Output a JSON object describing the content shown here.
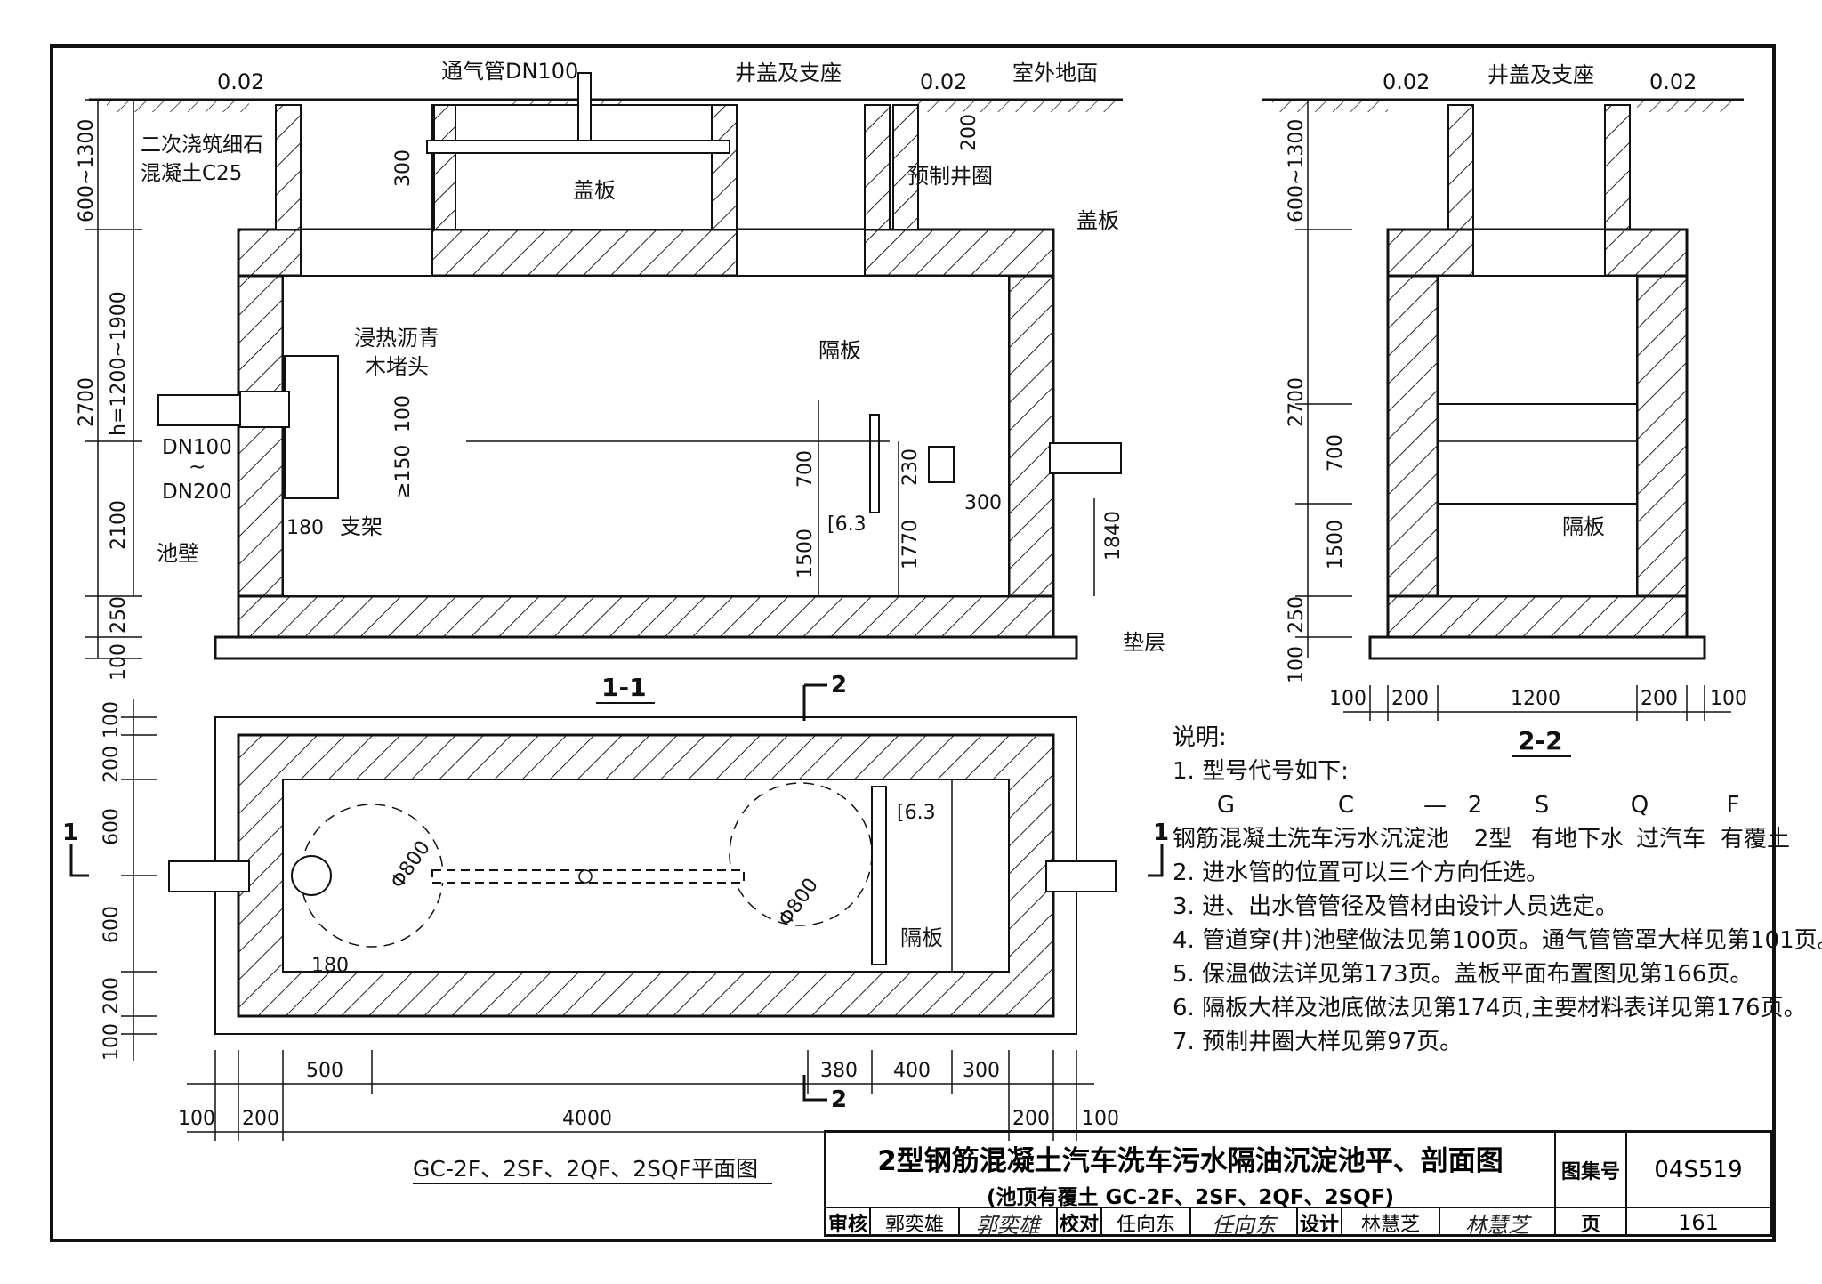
{
  "section_1_1": {
    "labels": {
      "vent_pipe": "通气管DN100",
      "cover_seat_1": "井盖及支座",
      "outdoor_ground": "室外地面",
      "secondary_concrete_1": "二次浇筑细石",
      "secondary_concrete_2": "混凝土C25",
      "cover_plate_1": "盖板",
      "precast_ring": "预制井圈",
      "cover_plate_2": "盖板",
      "asphalt_1": "浸热沥青",
      "asphalt_2": "木堵头",
      "partition": "隔板",
      "pipe_dn_1": "DN100",
      "pipe_dn_tilde": "~",
      "pipe_dn_2": "DN200",
      "pool_wall": "池壁",
      "bracket": "支架",
      "channel": "[6.3",
      "cushion": "垫层",
      "section_name": "1-1"
    },
    "dims": {
      "top_left": "0.02",
      "top_mid": "0.02",
      "cover_depth": "600~1300",
      "h_range": "h=1200~1900",
      "d2700": "2700",
      "d2100": "2100",
      "d250": "250",
      "d100": "100",
      "d300": "300",
      "d200": "200",
      "d100b": "100",
      "d150": "≥150",
      "d180": "180",
      "d700": "700",
      "d1500": "1500",
      "d230": "230",
      "d1770": "1770",
      "d300b": "300",
      "d1840": "1840"
    }
  },
  "section_2_2": {
    "labels": {
      "cover_seat": "井盖及支座",
      "partition": "隔板",
      "section_name": "2-2"
    },
    "dims": {
      "top_left": "0.02",
      "top_right": "0.02",
      "cover_depth": "600~1300",
      "d2700": "2700",
      "d700": "700",
      "d1500": "1500",
      "d250": "250",
      "d100": "100",
      "w100a": "100",
      "w200a": "200",
      "w1200": "1200",
      "w200b": "200",
      "w100b": "100"
    }
  },
  "plan": {
    "labels": {
      "section_mark_1": "1",
      "section_mark_2": "2",
      "dia_1": "Φ800",
      "dia_2": "Φ800",
      "channel": "[6.3",
      "partition": "隔板",
      "plan_name": "GC-2F、2SF、2QF、2SQF平面图"
    },
    "dims": {
      "v100a": "100",
      "v200a": "200",
      "v600a": "600",
      "v600b": "600",
      "v200b": "200",
      "v100b": "100",
      "h500": "500",
      "h180": "180",
      "h380": "380",
      "h400": "400",
      "h300": "300",
      "h100a": "100",
      "h200a": "200",
      "h4000": "4000",
      "h200b": "200",
      "h100b": "100"
    }
  },
  "notes": {
    "heading": "说明:",
    "line1": "1. 型号代号如下:",
    "codes": [
      "G",
      "C",
      "—",
      "2",
      "S",
      "Q",
      "F"
    ],
    "code_meanings": [
      "钢筋混凝土",
      "洗车污水沉淀池",
      "2型",
      "有地下水",
      "过汽车",
      "有覆土"
    ],
    "line2": "2. 进水管的位置可以三个方向任选。",
    "line3": "3. 进、出水管管径及管材由设计人员选定。",
    "line4": "4. 管道穿(井)池壁做法见第100页。通气管管罩大样见第101页。",
    "line5": "5. 保温做法详见第173页。盖板平面布置图见第166页。",
    "line6": "6. 隔板大样及池底做法见第174页,主要材料表详见第176页。",
    "line7": "7. 预制井圈大样见第97页。"
  },
  "title_block": {
    "title": "2型钢筋混凝土汽车洗车污水隔油沉淀池平、剖面图",
    "subtitle": "(池顶有覆土 GC-2F、2SF、2QF、2SQF)",
    "atlas_label": "图集号",
    "atlas_no": "04S519",
    "review_label": "审核",
    "reviewer": "郭奕雄",
    "reviewer_sign": "郭奕雄",
    "check_label": "校对",
    "checker": "任向东",
    "checker_sign": "任向东",
    "design_label": "设计",
    "designer": "林慧芝",
    "designer_sign": "林慧芝",
    "page_label": "页",
    "page_no": "161"
  }
}
